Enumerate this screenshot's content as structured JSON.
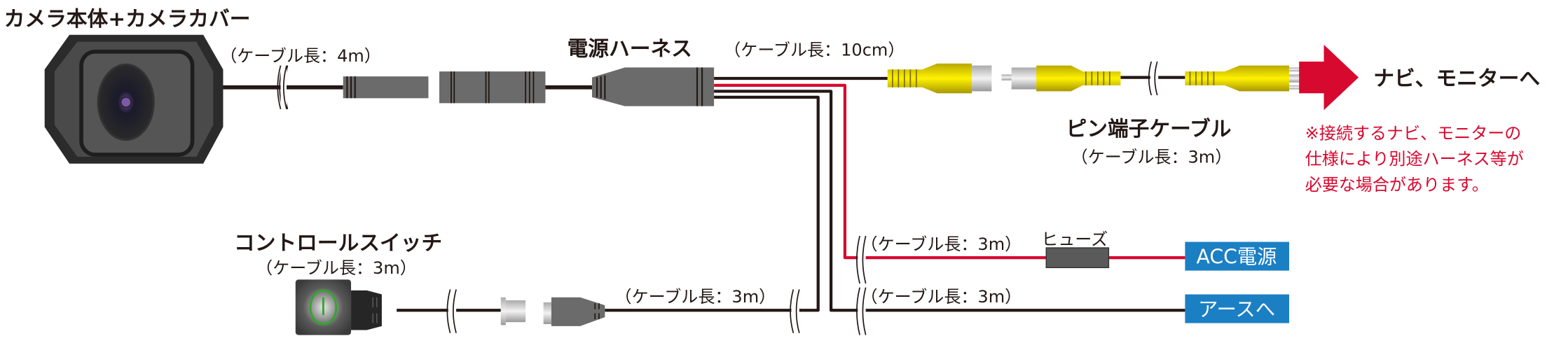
{
  "camera": {
    "title": "カメラ本体+カメラカバー",
    "cable_length": "（ケーブル長：4m）"
  },
  "harness": {
    "title": "電源ハーネス",
    "cable_length": "（ケーブル長：10cm）"
  },
  "pin_cable": {
    "title": "ピン端子ケーブル",
    "cable_length": "（ケーブル長：3m）"
  },
  "destination": {
    "label": "ナビ、モニターへ"
  },
  "note": {
    "lines": [
      "※接続するナビ、モニターの",
      "仕様により別途ハーネス等が",
      "必要な場合があります。"
    ]
  },
  "switch": {
    "title": "コントロールスイッチ",
    "cable_length": "（ケーブル長：3m）",
    "extension_length": "（ケーブル長：3m）"
  },
  "acc": {
    "cable_length": "（ケーブル長：3m）",
    "fuse_label": "ヒューズ",
    "box_label": "ACC電源"
  },
  "ground": {
    "cable_length": "（ケーブル長：3m）",
    "box_label": "アースへ"
  },
  "colors": {
    "red": "#d7092f",
    "blue": "#1b7fc4",
    "yellow": "#e8d800",
    "wire": "#231815",
    "gray": "#6b6b6b"
  }
}
